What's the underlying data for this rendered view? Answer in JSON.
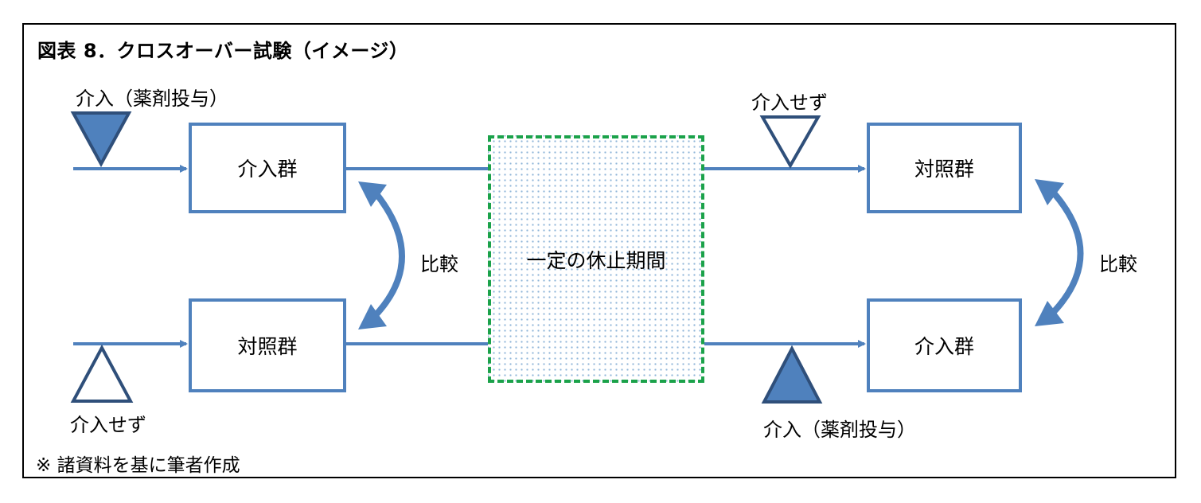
{
  "title": "図表 8．クロスオーバー試験（イメージ）",
  "note": "※ 諸資料を基に筆者作成",
  "period1": {
    "top_marker_label": "介入（薬剤投与）",
    "top_group": "介入群",
    "bottom_marker_label": "介入せず",
    "bottom_group": "対照群",
    "compare_label": "比較"
  },
  "rest_period": "一定の休止期間",
  "period2": {
    "top_marker_label": "介入せず",
    "top_group": "対照群",
    "bottom_marker_label": "介入（薬剤投与）",
    "bottom_group": "介入群",
    "compare_label": "比較"
  },
  "colors": {
    "line": "#4f81bd",
    "marker_fill": "#4f81bd",
    "marker_stroke": "#2f4f7a",
    "rest_border": "#1ba24a"
  }
}
